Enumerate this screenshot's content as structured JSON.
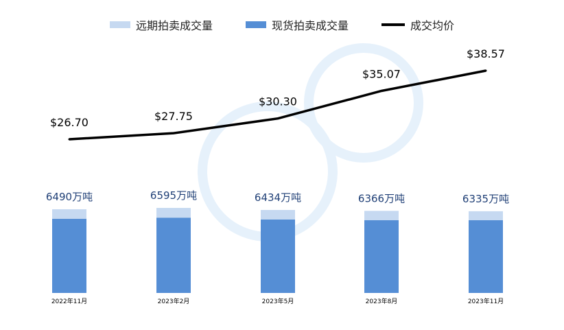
{
  "chart_data": {
    "type": "bar",
    "categories": [
      "2022年11月",
      "2023年2月",
      "2023年5月",
      "2023年8月",
      "2023年11月"
    ],
    "series": [
      {
        "name": "现货拍卖成交量",
        "kind": "bar",
        "color": "#558ED5",
        "values": [
          5745,
          5840,
          5700,
          5640,
          5640
        ]
      },
      {
        "name": "远期拍卖成交量",
        "kind": "bar",
        "color": "#C6D9F1",
        "values": [
          745,
          755,
          734,
          726,
          695
        ]
      },
      {
        "name": "成交均价",
        "kind": "line",
        "color": "#000000",
        "values": [
          26.7,
          27.75,
          30.3,
          35.07,
          38.57
        ]
      }
    ],
    "bar_total_labels": [
      "6490万吨",
      "6595万吨",
      "6434万吨",
      "6366万吨",
      "6335万吨"
    ],
    "price_labels": [
      "$26.70",
      "$27.75",
      "$30.30",
      "$35.07",
      "$38.57"
    ],
    "legend": [
      "远期拍卖成交量",
      "现货拍卖成交量",
      "成交均价"
    ],
    "legend_position": "top",
    "grid": false
  }
}
